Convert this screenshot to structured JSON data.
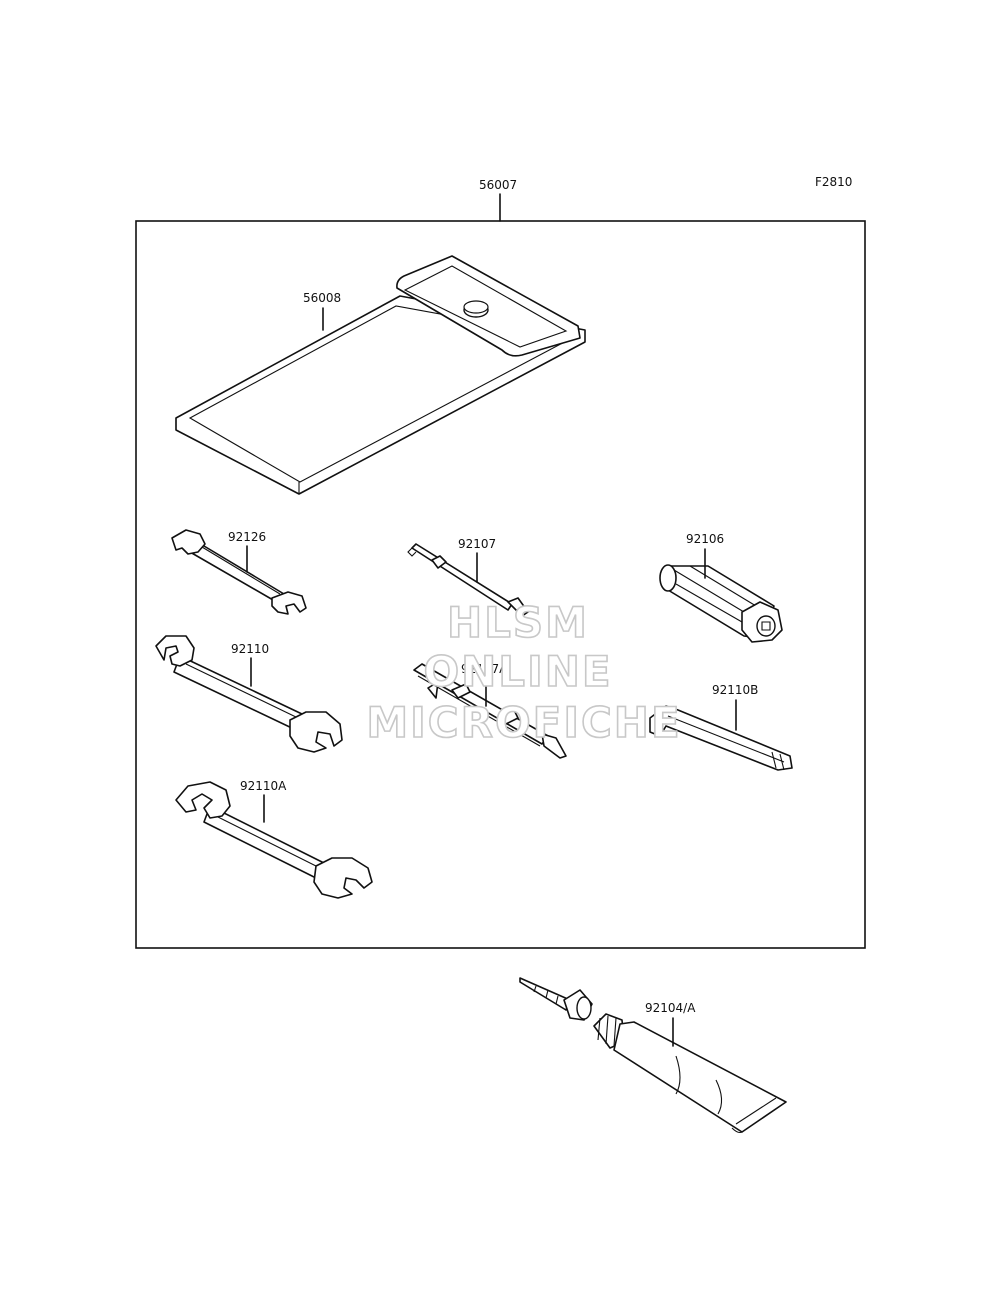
{
  "figure_code": "F2810",
  "parts": {
    "kit": "56007",
    "bag": "56008",
    "wrench_small": "92126",
    "wrench_medium": "92110",
    "wrench_large": "92110A",
    "screwdriver_bit": "92107",
    "screwdriver_handle": "92107A",
    "spark_socket": "92106",
    "hex_key": "92110B",
    "grease_tube": "92104/A"
  },
  "watermark": {
    "line1": "HLSM",
    "line2": "ONLINE",
    "line3": "MICROFICHE"
  }
}
